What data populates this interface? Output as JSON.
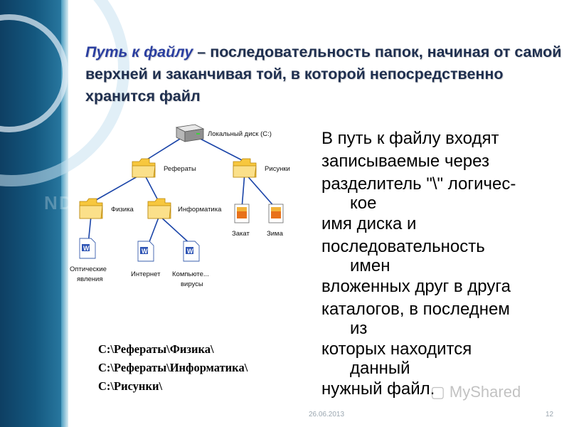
{
  "slide": {
    "title_highlight": "Путь к файлу",
    "title_rest": " – последовательность папок, начиная от самой верхней и заканчивая той, в которой непосредственно хранится файл",
    "body_lines": [
      "В путь к файлу входят",
      "записываемые через",
      "разделитель \"\\\" логичес-",
      "кое",
      "имя диска и",
      "последовательность",
      "имен",
      "вложенных друг в друга",
      "каталогов, в последнем",
      "из",
      "которых находится",
      "данный",
      "нужный файл."
    ],
    "paths": [
      "C:\\Рефераты\\Физика\\",
      "C:\\Рефераты\\Информатика\\",
      "C:\\Рисунки\\"
    ],
    "date": "26.06.2013",
    "page_number": "12",
    "watermark": "MyShared",
    "band_watermark": "ND"
  },
  "tree": {
    "root": "Локальный диск (C:)",
    "folder1": "Рефераты",
    "folder2": "Рисунки",
    "sub1": "Физика",
    "sub2": "Информатика",
    "file1_line1": "Оптические",
    "file1_line2": "явления",
    "file2": "Интернет",
    "file3_line1": "Компьюте...",
    "file3_line2": "вирусы",
    "image1": "Закат",
    "image2": "Зима"
  },
  "colors": {
    "title_highlight": "#2b3fa0",
    "folder": "#f7c73e",
    "band": "#14587f"
  }
}
